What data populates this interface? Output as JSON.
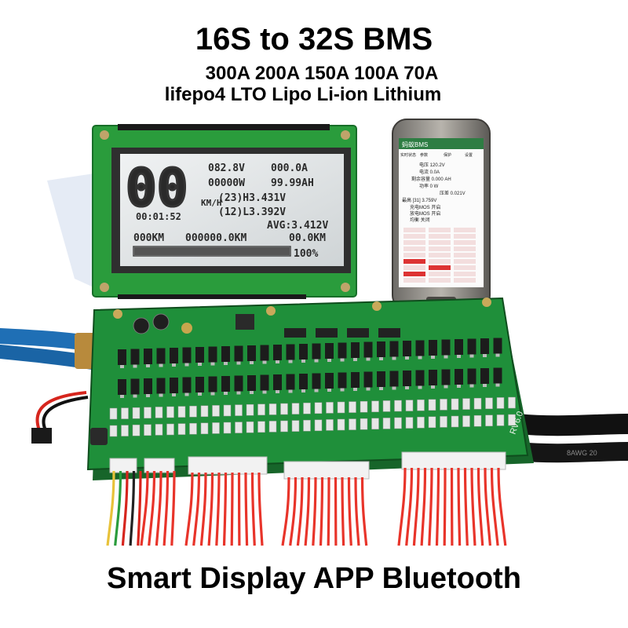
{
  "header": {
    "title": "16S to 32S BMS",
    "currents": "300A 200A 150A 100A 70A",
    "chemistries": "lifepo4 LTO Lipo Li-ion Lithium"
  },
  "footer": {
    "tagline": "Smart Display APP Bluetooth"
  },
  "lcd": {
    "speed": "00",
    "speed_unit": "KM/H",
    "voltage": "082.8V",
    "current": "000.0A",
    "power": "00000W",
    "capacity": "99.99AH",
    "time": "00:01:52",
    "max_cell": "(23)H3.431V",
    "min_cell": "(12)L3.392V",
    "avg_cell": "AVG:3.412V",
    "trip": "000KM",
    "odometer": "000000.0KM",
    "distance": "00.0KM",
    "soc": "100%",
    "soc_fraction": 1.0
  },
  "phone_app": {
    "title": "蚂蚁BMS",
    "tabs": [
      "实时状态",
      "参数",
      "保护",
      "设置"
    ],
    "rows": [
      "电压 120.2V",
      "电流 0.0A",
      "剩余容量 0.000 AH",
      "功率 0 W",
      "压差 0.021V",
      "最高 [31] 3.759V",
      "充电MOS 开启",
      "放电MOS 开启",
      "均衡 关闭"
    ]
  },
  "board": {
    "label": "RV6.0",
    "cable_print": "8AWG 20"
  },
  "colors": {
    "pcb": "#1f8f3a",
    "lcd_background": "#dfe2e3",
    "wire_red": "#e8342a",
    "cable_blue": "#1f6fb5",
    "header_text": "#000000"
  }
}
